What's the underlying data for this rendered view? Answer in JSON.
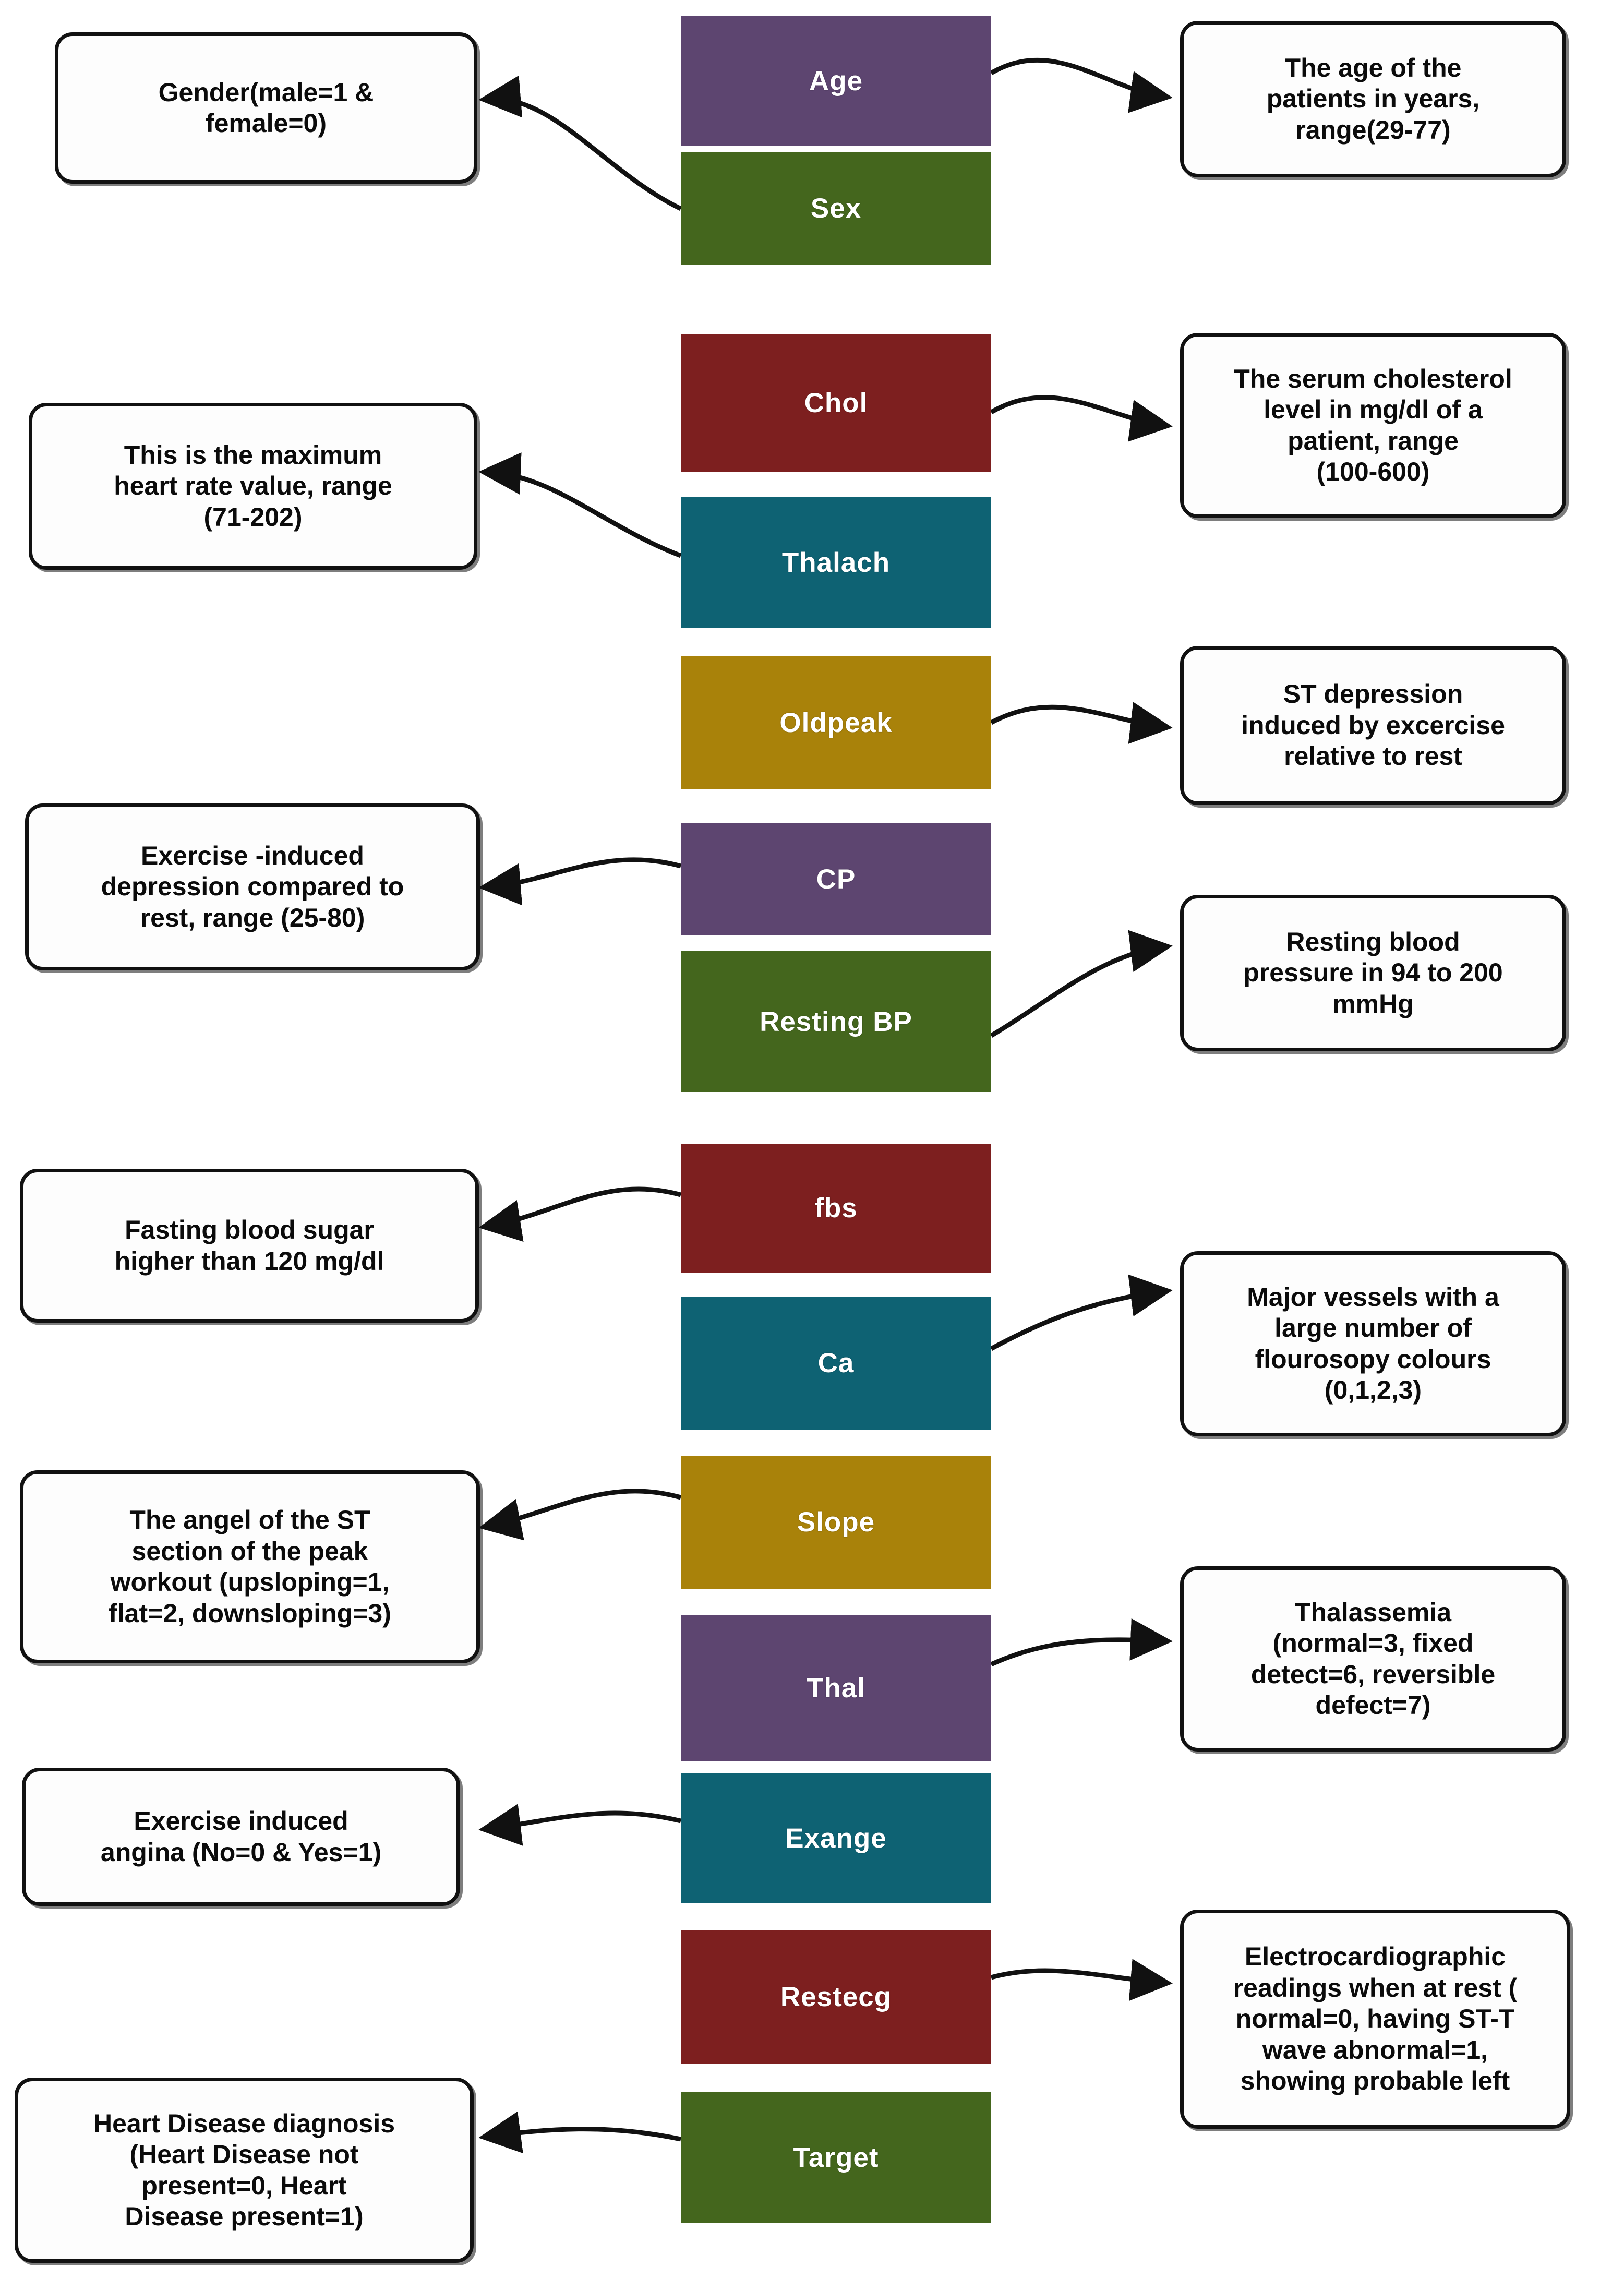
{
  "diagram": {
    "title": "Heart disease dataset feature description diagram",
    "colors": {
      "purple": "#5d4570",
      "green": "#44661d",
      "dark_red": "#7d1f1f",
      "teal": "#0e6273",
      "gold": "#a9820a",
      "box_border": "#111111",
      "box_fill": "#fdfdfd",
      "text_on_block": "#ffffff"
    },
    "features": [
      {
        "label": "Age",
        "color": "purple",
        "side": "right"
      },
      {
        "label": "Sex",
        "color": "green",
        "side": "left"
      },
      {
        "label": "Chol",
        "color": "dark_red",
        "side": "right"
      },
      {
        "label": "Thalach",
        "color": "teal",
        "side": "left"
      },
      {
        "label": "Oldpeak",
        "color": "gold",
        "side": "right"
      },
      {
        "label": "CP",
        "color": "purple",
        "side": "left"
      },
      {
        "label": "Resting BP",
        "color": "green",
        "side": "right"
      },
      {
        "label": "fbs",
        "color": "dark_red",
        "side": "left"
      },
      {
        "label": "Ca",
        "color": "teal",
        "side": "right"
      },
      {
        "label": "Slope",
        "color": "gold",
        "side": "left"
      },
      {
        "label": "Thal",
        "color": "purple",
        "side": "right"
      },
      {
        "label": "Exange",
        "color": "teal",
        "side": "left"
      },
      {
        "label": "Restecg",
        "color": "dark_red",
        "side": "right"
      },
      {
        "label": "Target",
        "color": "green",
        "side": "left"
      }
    ],
    "descriptions": {
      "age": "The age of the\npatients in years,\nrange(29-77)",
      "sex": "Gender(male=1 &\nfemale=0)",
      "chol": "The serum cholesterol\nlevel in mg/dl of a\npatient, range\n(100-600)",
      "thalach": "This is the maximum\nheart rate value, range\n(71-202)",
      "oldpeak": "ST depression\ninduced by excercise\nrelative to rest",
      "cp": "Exercise -induced\ndepression compared to\nrest, range (25-80)",
      "resting_bp": "Resting blood\npressure in 94 to 200\nmmHg",
      "fbs": "Fasting blood sugar\nhigher than 120 mg/dl",
      "ca": "Major vessels with a\nlarge number of\nflourosopy colours\n(0,1,2,3)",
      "slope": "The angel of the ST\nsection of the peak\nworkout (upsloping=1,\nflat=2, downsloping=3)",
      "thal": "Thalassemia\n(normal=3, fixed\ndetect=6, reversible\ndefect=7)",
      "exange": "Exercise induced\nangina (No=0 & Yes=1)",
      "restecg": "Electrocardiographic\nreadings when at rest (\nnormal=0, having ST-T\nwave abnormal=1,\nshowing probable left",
      "target": "Heart Disease diagnosis\n(Heart Disease not\npresent=0, Heart\nDisease present=1)"
    }
  }
}
